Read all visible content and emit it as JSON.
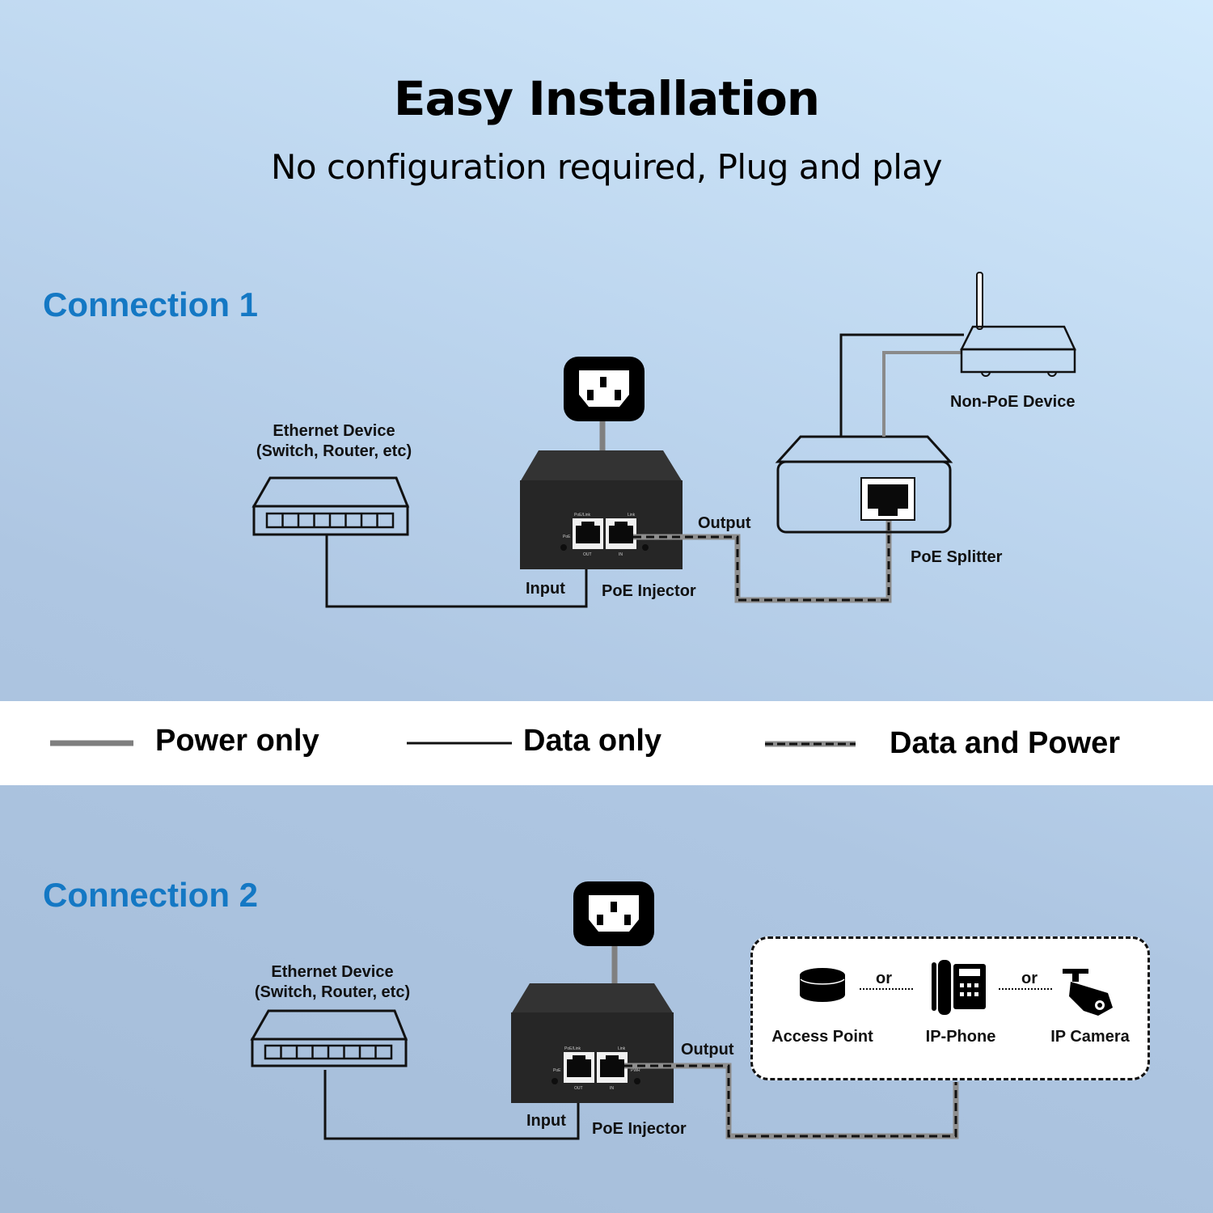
{
  "header": {
    "title": "Easy Installation",
    "subtitle": "No configuration required, Plug and play"
  },
  "colors": {
    "accent_blue": "#1478c4",
    "power_line": "#808080",
    "data_line": "#111111",
    "injector_body": "#2b2b2b",
    "background_top": "#d3eafc",
    "background_bottom": "#a4bcd8"
  },
  "legend": {
    "items": [
      {
        "line_style": "power",
        "label": "Power only"
      },
      {
        "line_style": "data",
        "label": "Data only"
      },
      {
        "line_style": "data-and-power",
        "label": "Data and Power"
      }
    ]
  },
  "connection1": {
    "title": "Connection 1",
    "ethernet_device": {
      "label_line1": "Ethernet Device",
      "label_line2": "(Switch, Router, etc)"
    },
    "injector": {
      "label": "PoE Injector",
      "input_label": "Input",
      "output_label": "Output",
      "port_labels": {
        "left_top": "PoE/Link",
        "right_top": "Link",
        "left_side": "PoE",
        "right_side": "PWR",
        "left_bottom": "OUT",
        "right_bottom": "IN"
      }
    },
    "splitter": {
      "label": "PoE Splitter"
    },
    "non_poe_device": {
      "label": "Non-PoE Device"
    }
  },
  "connection2": {
    "title": "Connection 2",
    "ethernet_device": {
      "label_line1": "Ethernet Device",
      "label_line2": "(Switch, Router, etc)"
    },
    "injector": {
      "label": "PoE Injector",
      "input_label": "Input",
      "output_label": "Output",
      "port_labels": {
        "left_top": "PoE/Link",
        "right_top": "Link",
        "left_side": "PoE",
        "right_side": "PWR",
        "left_bottom": "OUT",
        "right_bottom": "IN"
      }
    },
    "devices": [
      {
        "icon": "access-point-icon",
        "label": "Access Point"
      },
      {
        "icon": "ip-phone-icon",
        "label": "IP-Phone"
      },
      {
        "icon": "ip-camera-icon",
        "label": "IP Camera"
      }
    ],
    "separator": "or"
  }
}
